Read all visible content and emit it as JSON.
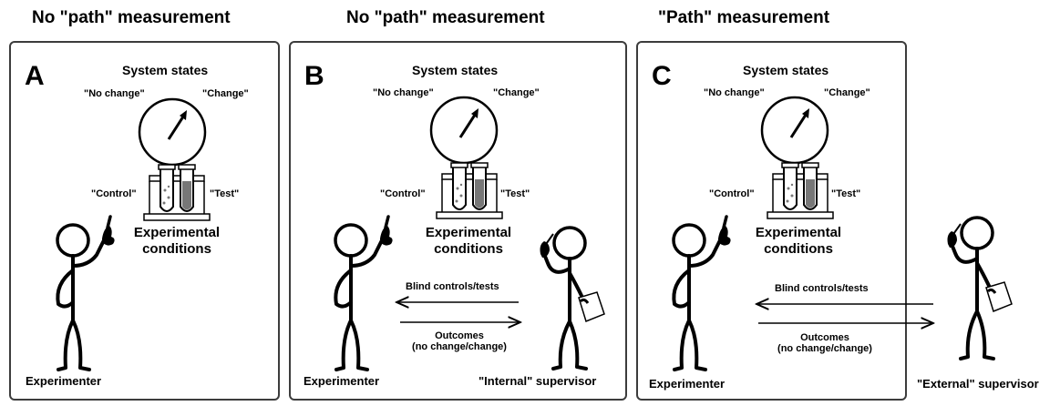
{
  "headings": [
    "No \"path\" measurement",
    "No \"path\" measurement",
    "\"Path\" measurement"
  ],
  "panels": [
    {
      "letter": "A",
      "system_states": "System states",
      "no_change": "\"No change\"",
      "change": "\"Change\"",
      "control": "\"Control\"",
      "test": "\"Test\"",
      "conditions_line1": "Experimental",
      "conditions_line2": "conditions",
      "experimenter": "Experimenter"
    },
    {
      "letter": "B",
      "system_states": "System states",
      "no_change": "\"No change\"",
      "change": "\"Change\"",
      "control": "\"Control\"",
      "test": "\"Test\"",
      "conditions_line1": "Experimental",
      "conditions_line2": "conditions",
      "experimenter": "Experimenter",
      "supervisor": "\"Internal\" supervisor",
      "blind": "Blind controls/tests",
      "outcomes_line1": "Outcomes",
      "outcomes_line2": "(no change/change)"
    },
    {
      "letter": "C",
      "system_states": "System states",
      "no_change": "\"No change\"",
      "change": "\"Change\"",
      "control": "\"Control\"",
      "test": "\"Test\"",
      "conditions_line1": "Experimental",
      "conditions_line2": "conditions",
      "experimenter": "Experimenter",
      "supervisor": "\"External\" supervisor",
      "blind": "Blind controls/tests",
      "outcomes_line1": "Outcomes",
      "outcomes_line2": "(no change/change)"
    }
  ]
}
